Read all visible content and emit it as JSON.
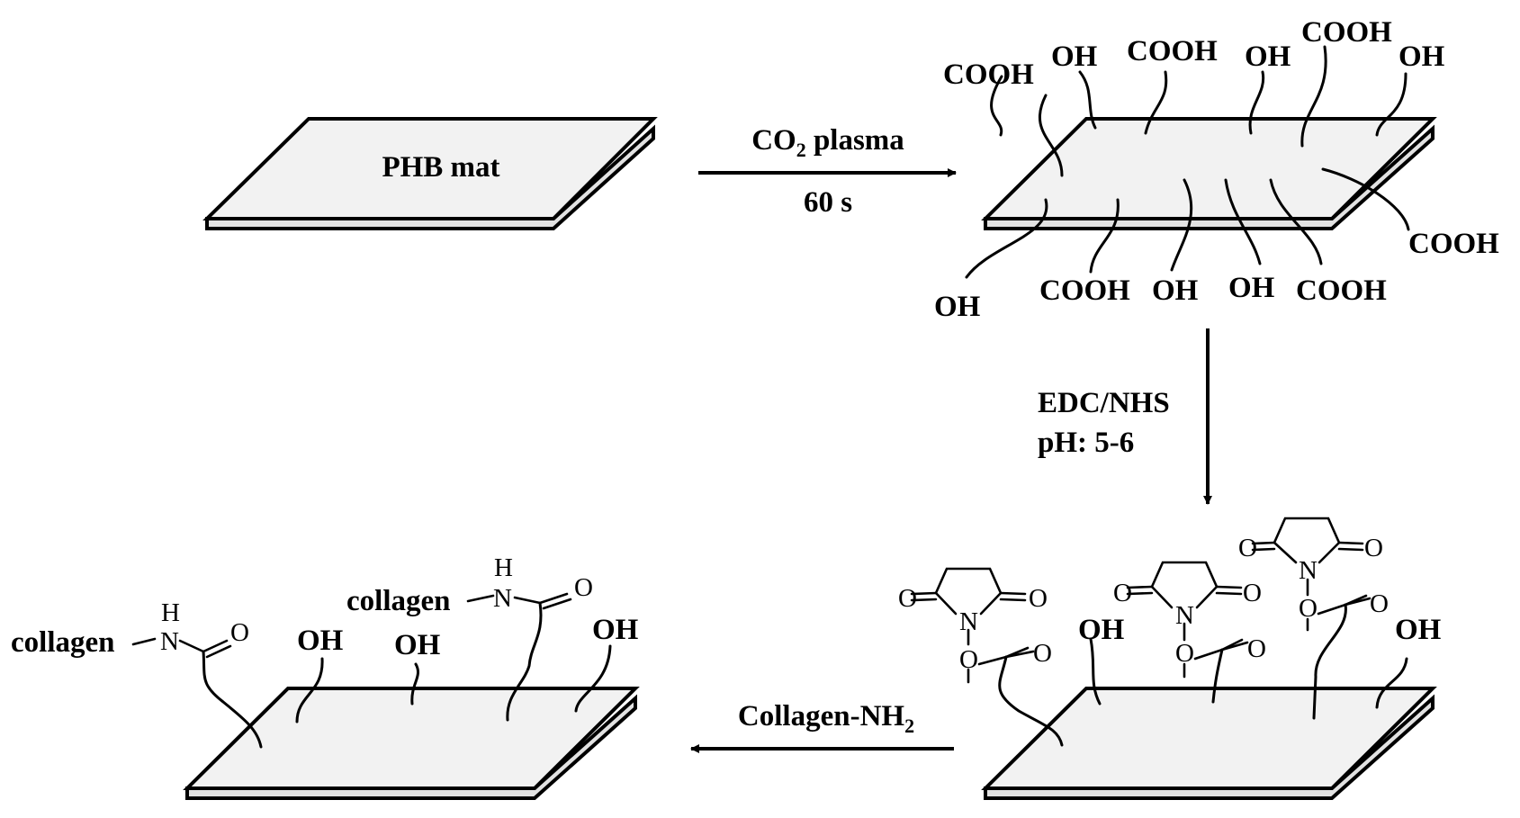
{
  "stage1": {
    "label": "PHB mat"
  },
  "step1": {
    "reagent_main": "CO",
    "reagent_sub": "2",
    "reagent_tail": " plasma",
    "time": "60 s"
  },
  "stage2": {
    "groups": {
      "cooh": "COOH",
      "oh": "OH"
    }
  },
  "step2": {
    "line1": "EDC/NHS",
    "line2": "pH: 5-6"
  },
  "stage3": {
    "atoms": {
      "oxygen": "O",
      "nitrogen": "N"
    },
    "oh": "OH"
  },
  "step3": {
    "reagent_main": "Collagen-NH",
    "reagent_sub": "2"
  },
  "stage4": {
    "collagen": "collagen",
    "hydrogen": "H",
    "nitrogen": "N",
    "oxygen": "O",
    "oh": "OH"
  }
}
